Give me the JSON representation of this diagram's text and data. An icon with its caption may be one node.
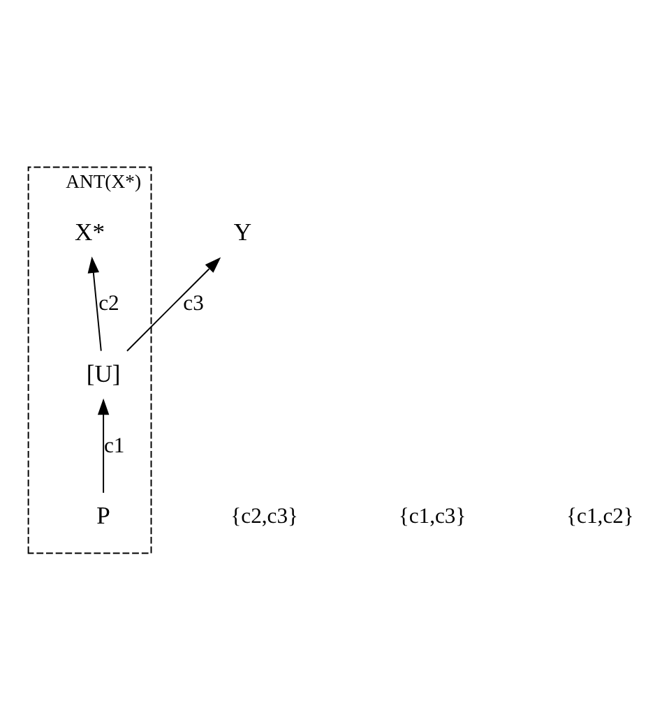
{
  "diagram": {
    "nodes": [
      {
        "text": [
          "ANT(X*)"
        ]
      },
      {
        "text": [
          "X*"
        ],
        "in": 0
      },
      {
        "text": [
          "Y"
        ]
      },
      {
        "text": [
          "[U]"
        ],
        "in": 0
      },
      {
        "text": [
          "P"
        ],
        "in": 0
      }
    ],
    "edges": [
      {
        "from": 4,
        "to": 3,
        "arrow": "to",
        "label": "c1"
      },
      {
        "from": 3,
        "to": 1,
        "arrow": "to",
        "label": "c2"
      },
      {
        "from": 3,
        "to": 2,
        "arrow": "to",
        "label": "c3"
      }
    ],
    "labels": [
      "{c2,c3}",
      "{c1,c3}",
      "{c1,c2}"
    ]
  }
}
